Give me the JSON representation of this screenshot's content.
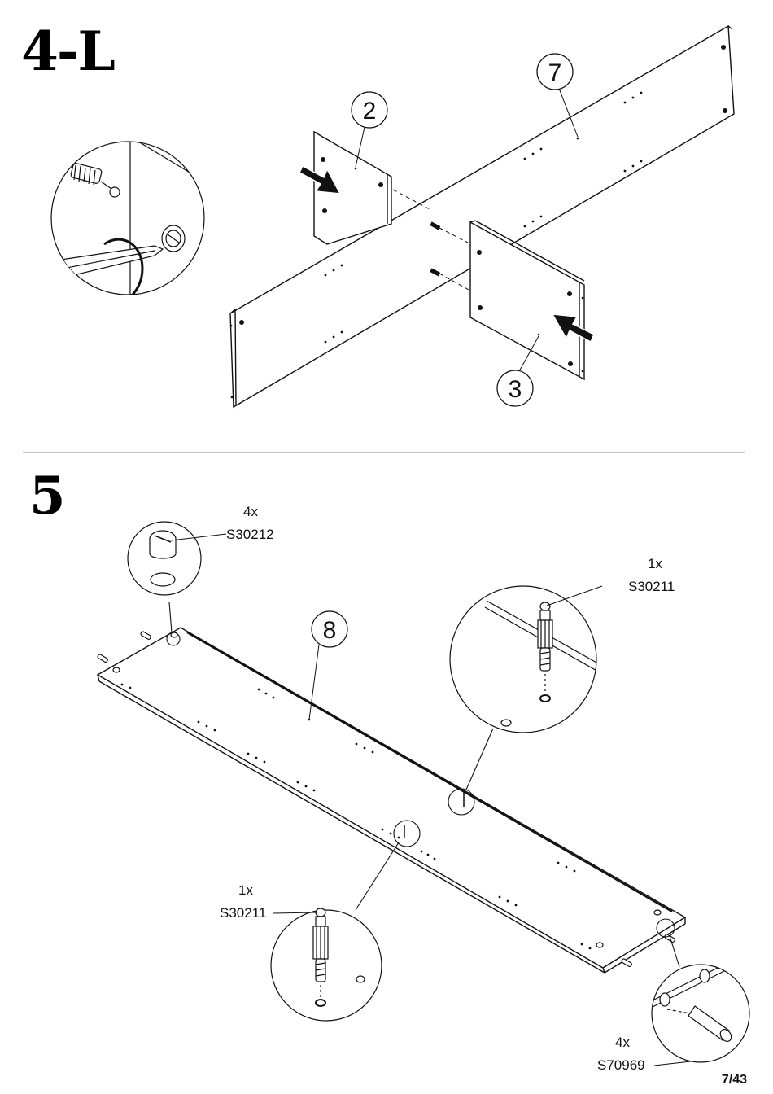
{
  "step_top": "4-L",
  "step_bottom": "5",
  "page_number": "7/43",
  "parts": {
    "p2": "2",
    "p3": "3",
    "p7": "7",
    "p8": "8"
  },
  "callouts": {
    "cam_lock": {
      "qty": "4x",
      "code": "S30212"
    },
    "dowel_right": {
      "qty": "1x",
      "code": "S30211"
    },
    "dowel_left": {
      "qty": "1x",
      "code": "S30211"
    },
    "wood_dowel": {
      "qty": "4x",
      "code": "S70969"
    }
  }
}
